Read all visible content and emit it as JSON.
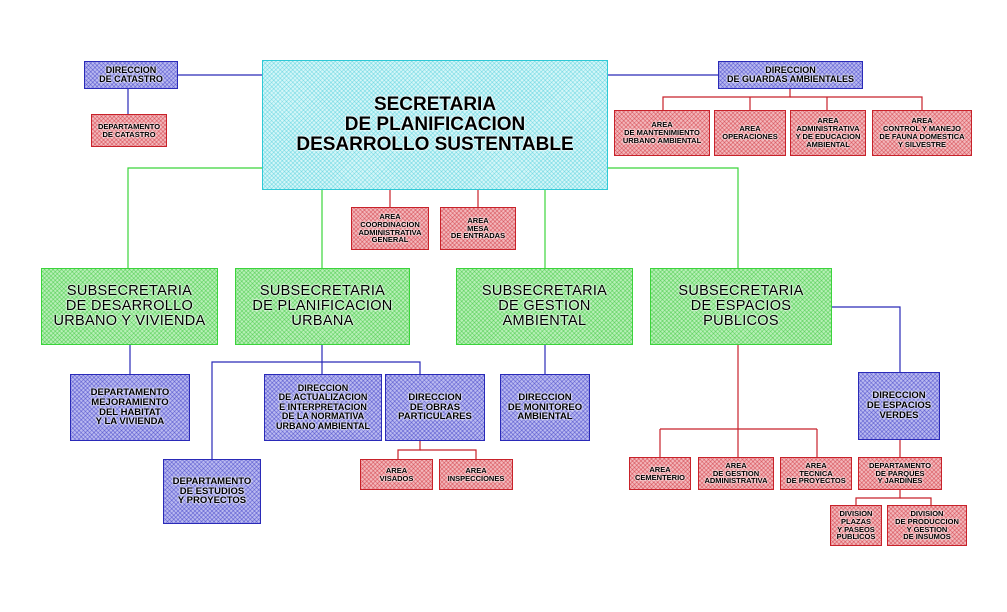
{
  "colors": {
    "cyan_node": "#d4f6f8",
    "green_node": "#b7f0b7",
    "blue_node": "#b9b9f0",
    "red_node": "#f3b7bb",
    "green_line": "#3bd43b",
    "blue_line": "#2a2ab8",
    "red_line": "#c8222a"
  },
  "nodes": {
    "secretaria": "SECRETARIA\nDE PLANIFICACION\nDESARROLLO SUSTENTABLE",
    "dir_catastro": "DIRECCION\nDE CATASTRO",
    "depto_catastro": "DEPARTAMENTO\nDE CATASTRO",
    "dir_guardas": "DIRECCION\nDE GUARDAS AMBIENTALES",
    "area_mantenimiento": "AREA\nDE MANTENIMIENTO\nURBANO AMBIENTAL",
    "area_operaciones": "AREA\nOPERACIONES",
    "area_admin_educacion": "AREA\nADMINISTRATIVA\nY DE EDUCACION\nAMBIENTAL",
    "area_fauna": "AREA\nCONTROL Y MANEJO\nDE FAUNA DOMESTICA\nY SILVESTRE",
    "area_coordinacion": "AREA\nCOORDINACION\nADMINISTRATIVA\nGENERAL",
    "area_mesa": "AREA\nMESA\nDE ENTRADAS",
    "sub_desarrollo": "SUBSECRETARIA\nDE DESARROLLO\nURBANO Y VIVIENDA",
    "sub_planificacion": "SUBSECRETARIA\nDE PLANIFICACION\nURBANA",
    "sub_gestion": "SUBSECRETARIA\nDE GESTION\nAMBIENTAL",
    "sub_espacios": "SUBSECRETARIA\nDE ESPACIOS\nPUBLICOS",
    "depto_habitat": "DEPARTAMENTO\nMEJORAMIENTO\nDEL HABITAT\nY LA VIVIENDA",
    "dir_actualizacion": "DIRECCION\nDE ACTUALIZACION\nE INTERPRETACION\nDE LA NORMATIVA\nURBANO AMBIENTAL",
    "dir_obras": "DIRECCION\nDE OBRAS\nPARTICULARES",
    "depto_estudios": "DEPARTAMENTO\nDE ESTUDIOS\nY PROYECTOS",
    "area_visados": "AREA\nVISADOS",
    "area_inspecciones": "AREA\nINSPECCIONES",
    "dir_monitoreo": "DIRECCION\nDE MONITOREO\nAMBIENTAL",
    "area_cementerio": "AREA\nCEMENTERIO",
    "area_gestion_admin": "AREA\nDE GESTION\nADMINISTRATIVA",
    "area_tecnica": "AREA\nTECNICA\nDE PROYECTOS",
    "dir_espacios_verdes": "DIRECCION\nDE ESPACIOS\nVERDES",
    "depto_parques": "DEPARTAMENTO\nDE PARQUES\nY JARDINES",
    "div_plazas": "DIVISION\nPLAZAS\nY PASEOS\nPUBLICOS",
    "div_produccion": "DIVISION\nDE PRODUCCION\nY GESTION\nDE INSUMOS"
  }
}
